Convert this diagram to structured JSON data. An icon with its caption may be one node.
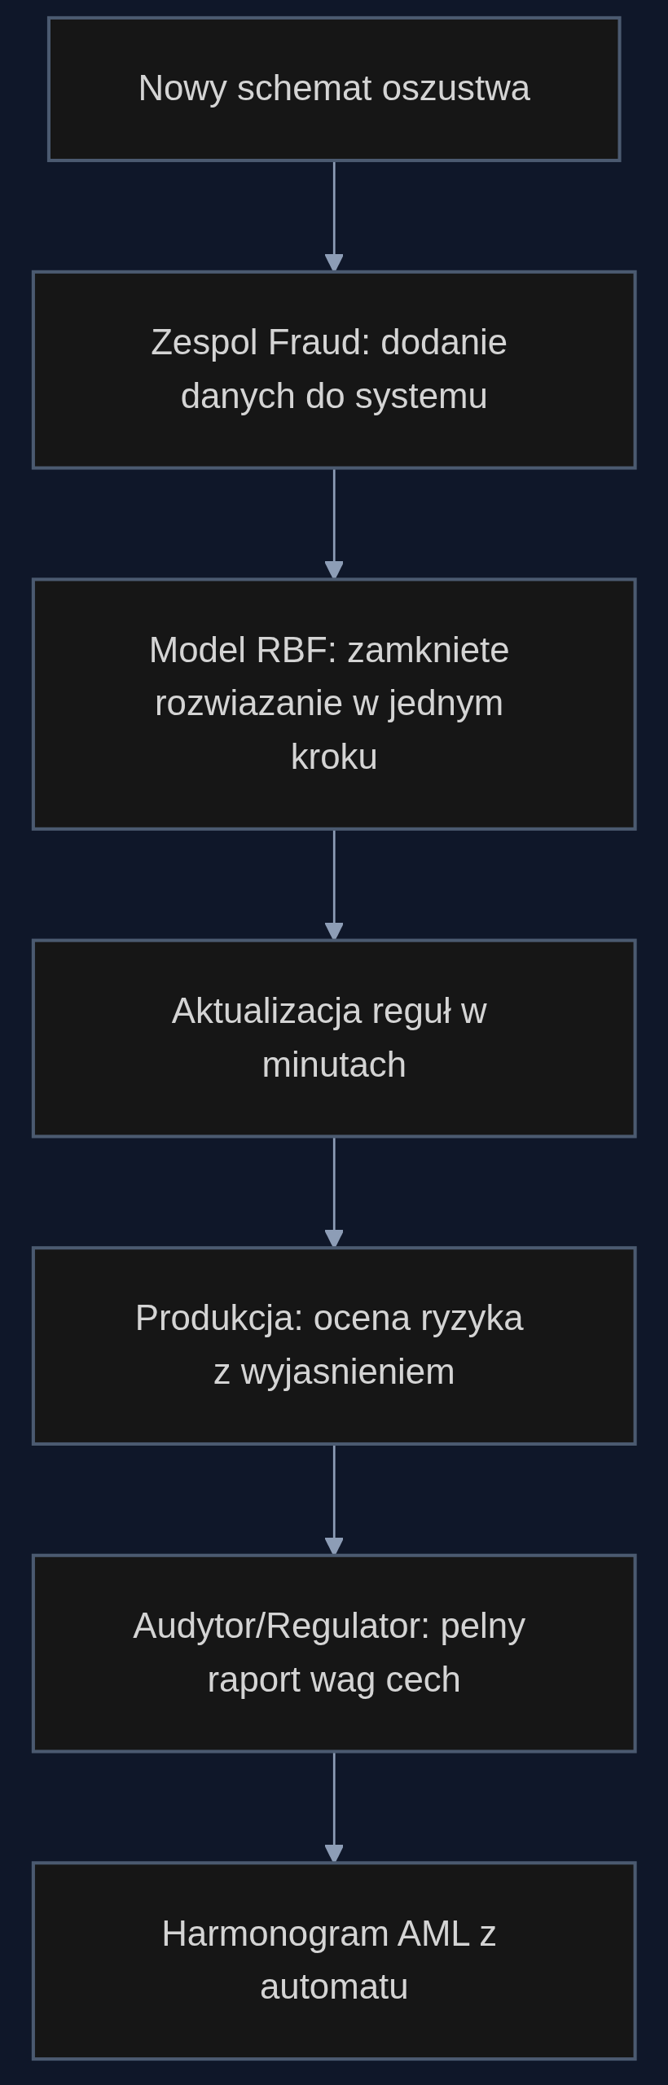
{
  "diagram": {
    "nodes": [
      {
        "text": [
          "Nowy schemat oszustwa"
        ]
      },
      {
        "text": [
          "Zespol Fraud: dodanie danych do systemu"
        ]
      },
      {
        "text": [
          "Model RBF: zamkniete rozwiazanie w jednym kroku"
        ]
      },
      {
        "text": [
          "Aktualizacja reguł w minutach"
        ]
      },
      {
        "text": [
          "Produkcja: ocena ryzyka z wyjasnieniem"
        ]
      },
      {
        "text": [
          "Audytor/Regulator: pelny raport wag cech"
        ]
      },
      {
        "text": [
          "Harmonogram AML z automatu"
        ]
      }
    ],
    "edges": [
      {
        "from": 0,
        "to": 1,
        "arrow": "to"
      },
      {
        "from": 1,
        "to": 2,
        "arrow": "to"
      },
      {
        "from": 2,
        "to": 3,
        "arrow": "to"
      },
      {
        "from": 3,
        "to": 4,
        "arrow": "to"
      },
      {
        "from": 4,
        "to": 5,
        "arrow": "to"
      },
      {
        "from": 5,
        "to": 6,
        "arrow": "to"
      }
    ]
  }
}
